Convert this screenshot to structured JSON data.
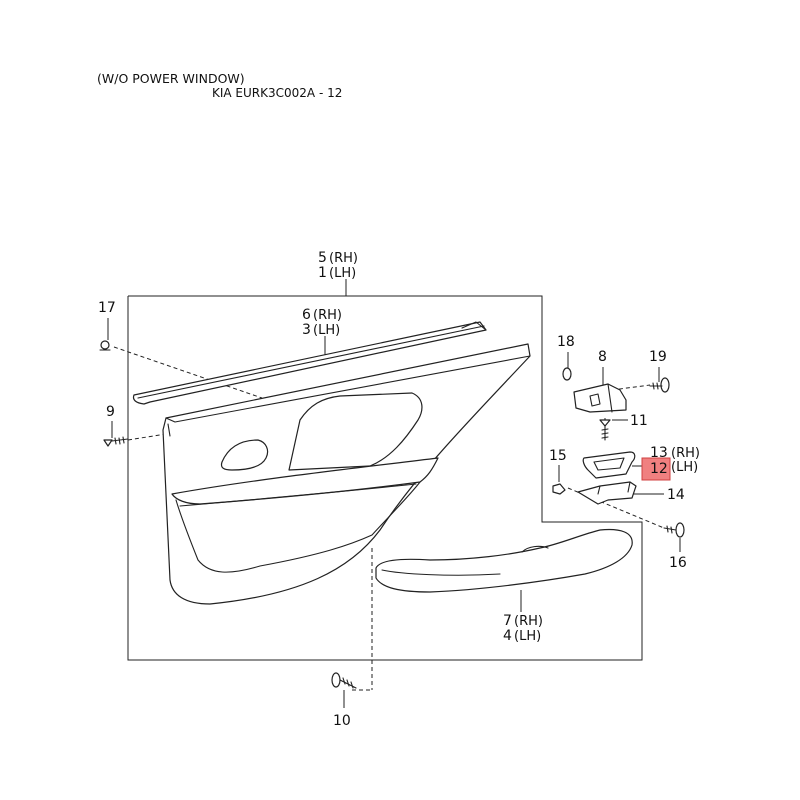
{
  "header": {
    "variant": "(W/O POWER WINDOW)",
    "reference": "KIA EURK3C002A - 12"
  },
  "callouts": [
    {
      "id": "c5",
      "number": "5",
      "suffix": "(RH)"
    },
    {
      "id": "c1",
      "number": "1",
      "suffix": "(LH)"
    },
    {
      "id": "c6",
      "number": "6",
      "suffix": "(RH)"
    },
    {
      "id": "c3",
      "number": "3",
      "suffix": "(LH)"
    },
    {
      "id": "c17",
      "number": "17",
      "suffix": ""
    },
    {
      "id": "c9",
      "number": "9",
      "suffix": ""
    },
    {
      "id": "c18",
      "number": "18",
      "suffix": ""
    },
    {
      "id": "c8",
      "number": "8",
      "suffix": ""
    },
    {
      "id": "c19",
      "number": "19",
      "suffix": ""
    },
    {
      "id": "c11",
      "number": "11",
      "suffix": ""
    },
    {
      "id": "c15",
      "number": "15",
      "suffix": ""
    },
    {
      "id": "c13",
      "number": "13",
      "suffix": "(RH)"
    },
    {
      "id": "c12",
      "number": "12",
      "suffix": "(LH)",
      "highlight": "#f08080"
    },
    {
      "id": "c14",
      "number": "14",
      "suffix": ""
    },
    {
      "id": "c16",
      "number": "16",
      "suffix": ""
    },
    {
      "id": "c7",
      "number": "7",
      "suffix": "(RH)"
    },
    {
      "id": "c4",
      "number": "4",
      "suffix": "(LH)"
    },
    {
      "id": "c10",
      "number": "10",
      "suffix": ""
    }
  ]
}
